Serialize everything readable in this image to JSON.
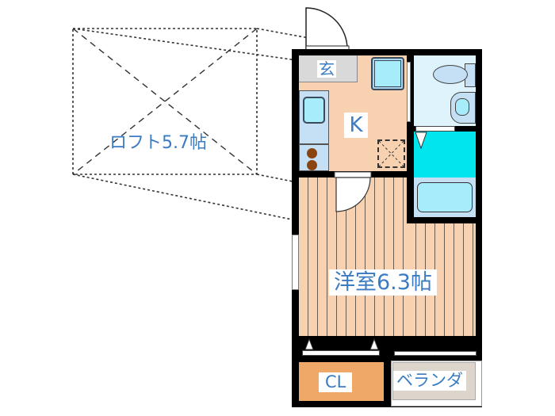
{
  "floorplan": {
    "rooms": {
      "loft": {
        "label": "ロフト5.7帖"
      },
      "entrance": {
        "label": "玄"
      },
      "kitchen": {
        "label": "K"
      },
      "western_room": {
        "label": "洋室6.3帖"
      },
      "closet": {
        "label": "CL"
      },
      "balcony": {
        "label": "ベランダ"
      }
    },
    "colors": {
      "wall": "#000000",
      "kitchen_floor": "#f8d2b0",
      "western_floor": "#f8d2b0",
      "floor_stripe": "#6b5a4a",
      "entrance_floor": "#d9d9d9",
      "bathroom": "#c5dff5",
      "toilet_room": "#def3fb",
      "washroom": "#00e5ee",
      "closet": "#f0a868",
      "balcony": "#ddd5cc",
      "label_text": "#3b7bc2",
      "stove": "#8b4513"
    }
  }
}
